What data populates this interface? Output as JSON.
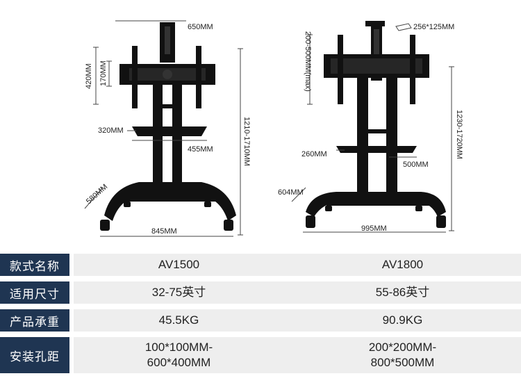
{
  "av1500_dims": {
    "vesa_width": "650MM",
    "vesa_height_total": "420MM",
    "vesa_height_inner": "170MM",
    "shelf_depth": "320MM",
    "shelf_width": "455MM",
    "height_range": "1210-1710MM",
    "base_depth": "580MM",
    "base_width": "845MM"
  },
  "av1800_dims": {
    "top_plate": "256*125MM",
    "vesa_range": "200-500MM(max)",
    "height_range": "1230-1720MM",
    "shelf_depth": "260MM",
    "shelf_width": "500MM",
    "base_depth": "604MM",
    "base_width": "995MM"
  },
  "specs": [
    {
      "label": "款式名称",
      "av1500": "AV1500",
      "av1800": "AV1800"
    },
    {
      "label": "适用尺寸",
      "av1500": "32-75英寸",
      "av1800": "55-86英寸"
    },
    {
      "label": "产品承重",
      "av1500": "45.5KG",
      "av1800": "90.9KG"
    },
    {
      "label": "安装孔距",
      "av1500": "100*100MM-\n600*400MM",
      "av1800": "200*200MM-\n800*500MM"
    }
  ],
  "colors": {
    "label_bg": "#1f3552",
    "row_bg": "#eeeeee",
    "stand": "#111111"
  }
}
